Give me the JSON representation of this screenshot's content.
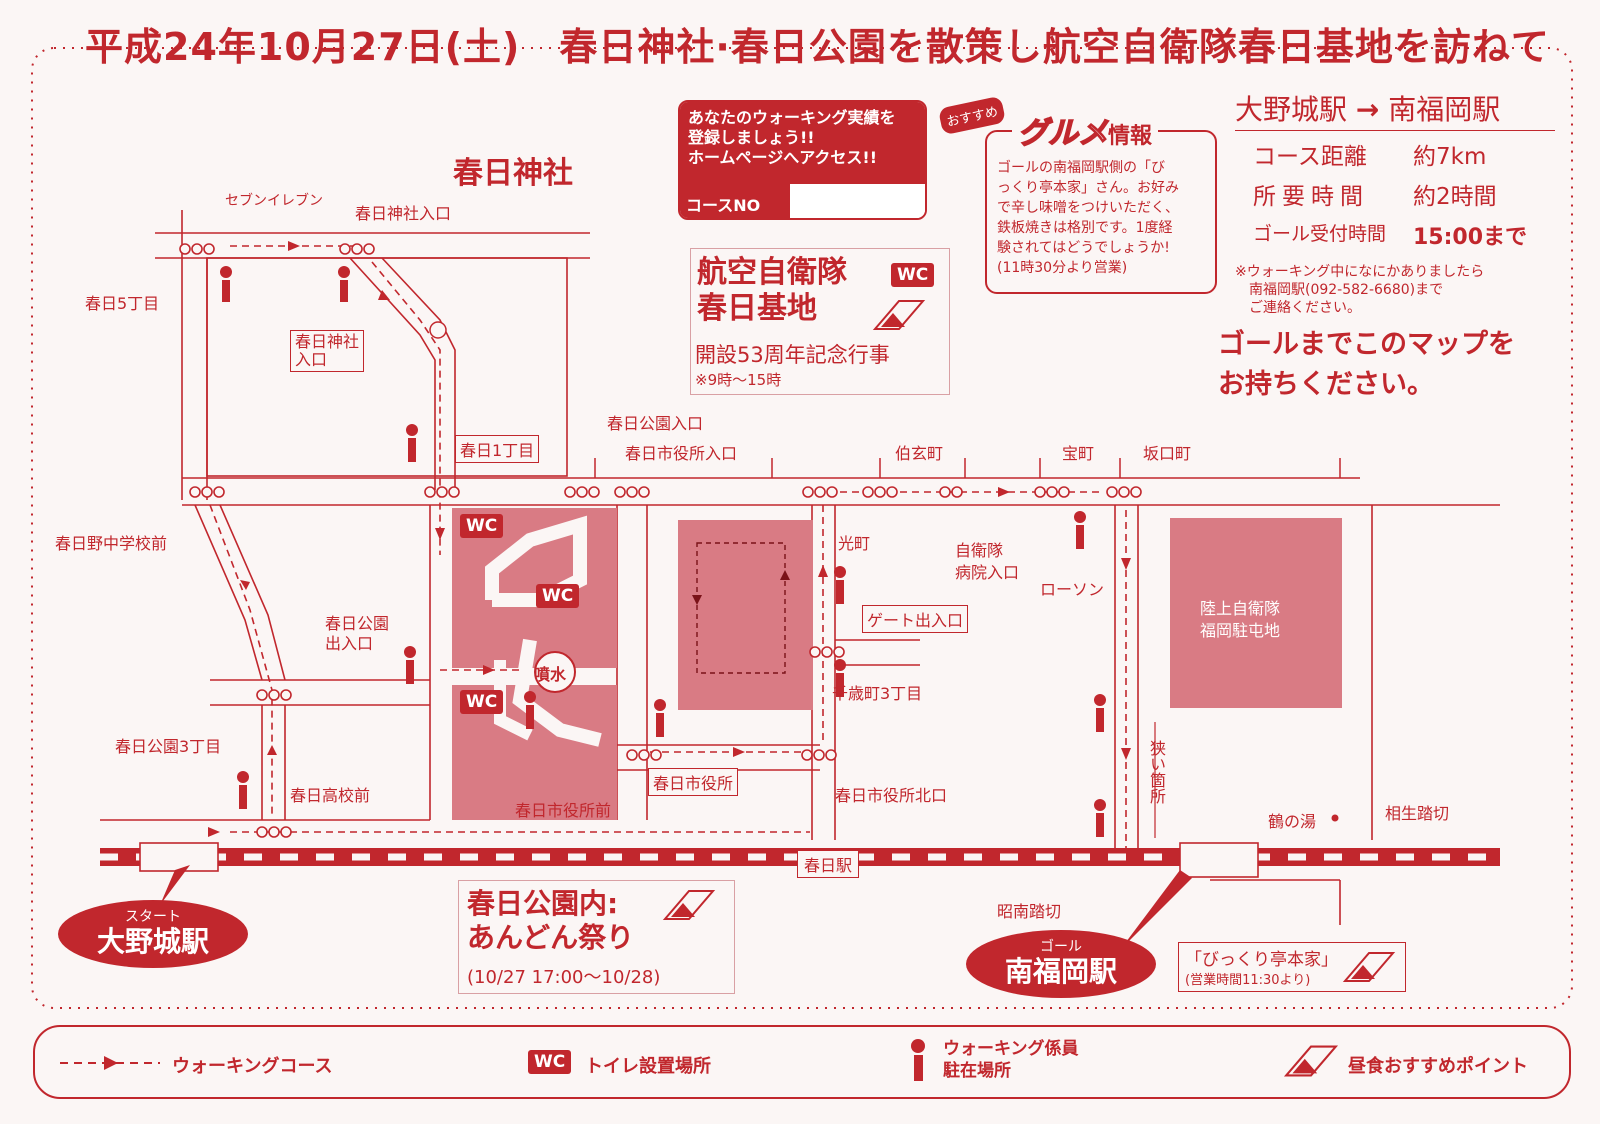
{
  "header": {
    "title": "平成24年10月27日(土)　春日神社·春日公園を散策し航空自衛隊春日基地を訪ねて"
  },
  "register_box": {
    "lines": [
      "あなたのウォーキング実績を",
      "登録しましょう!!",
      "ホームページへアクセス!!"
    ],
    "course_no_label": "コースNO"
  },
  "gourmet": {
    "tag": "おすすめ",
    "title_a": "グルメ",
    "title_b": "情報",
    "text": [
      "ゴールの南福岡駅側の「び",
      "っくり亭本家」さん。お好み",
      "で辛し味噌をつけいただく、",
      "鉄板焼きは格別です。1度経",
      "験されてはどうでしょうか!",
      "(11時30分より営業)"
    ]
  },
  "course_info": {
    "route_from": "大野城駅",
    "arrow": "→",
    "route_to": "南福岡駅",
    "rows": [
      {
        "label": "コース距離",
        "value": "約7km"
      },
      {
        "label": "所要時間",
        "value": "約2時間"
      },
      {
        "label": "ゴール受付時間",
        "value": "15:00まで"
      }
    ],
    "note": [
      "※ウォーキング中になにかありましたら",
      "南福岡駅(092-582-6680)まで",
      "ご連絡ください。"
    ]
  },
  "bring_map": [
    "ゴールまでこのマップを",
    "お持ちください。"
  ],
  "base_event": {
    "name": [
      "航空自衛隊",
      "春日基地"
    ],
    "wc": "WC",
    "event": "開設53周年記念行事",
    "time": "※9時～15時"
  },
  "park_event": {
    "title": [
      "春日公園内:",
      "あんどん祭り"
    ],
    "dates": "(10/27 17:00～10/28)"
  },
  "stations": {
    "start_label": "スタート",
    "start_name": "大野城駅",
    "goal_label": "ゴール",
    "goal_name": "南福岡駅",
    "mid": "春日駅"
  },
  "bikkuri": {
    "name": "「びっくり亭本家」",
    "hours": "(営業時間11:30より)"
  },
  "places": {
    "shrine": "春日神社",
    "seven": "セブンイレブン",
    "shrine_entrance": "春日神社入口",
    "kasuga5": "春日5丁目",
    "shrine_entrance2": [
      "春日神社",
      "入口"
    ],
    "kasuga1": "春日1丁目",
    "park_entrance": "春日公園入口",
    "cityhall_entrance": "春日市役所入口",
    "hakugen": "伯玄町",
    "takara": "宝町",
    "sakaguchi": "坂口町",
    "hikari": "光町",
    "jsdf_hospital": [
      "自衛隊",
      "病院入口"
    ],
    "lawson": "ローソン",
    "gate": "ゲート出入口",
    "chitose": "千歳町3丁目",
    "gsdf": [
      "陸上自衛隊",
      "福岡駐屯地"
    ],
    "narrow": [
      "狭い",
      "箇所"
    ],
    "kasuganoch": "春日野中学校前",
    "park_gate": [
      "春日公園",
      "出入口"
    ],
    "fountain": "噴水",
    "park3": "春日公園3丁目",
    "kasuga_hs": "春日高校前",
    "cityhall_front": "春日市役所前",
    "cityhall": "春日市役所",
    "cityhall_north": "春日市役所北口",
    "tsurunoyu": "鶴の湯",
    "aioi": "相生踏切",
    "shonan": "昭南踏切",
    "wc": "WC"
  },
  "legend": {
    "course": "ウォーキングコース",
    "wc": "WC",
    "toilet": "トイレ設置場所",
    "staff": [
      "ウォーキング係員",
      "駐在場所"
    ],
    "lunch": "昼食おすすめポイント"
  }
}
